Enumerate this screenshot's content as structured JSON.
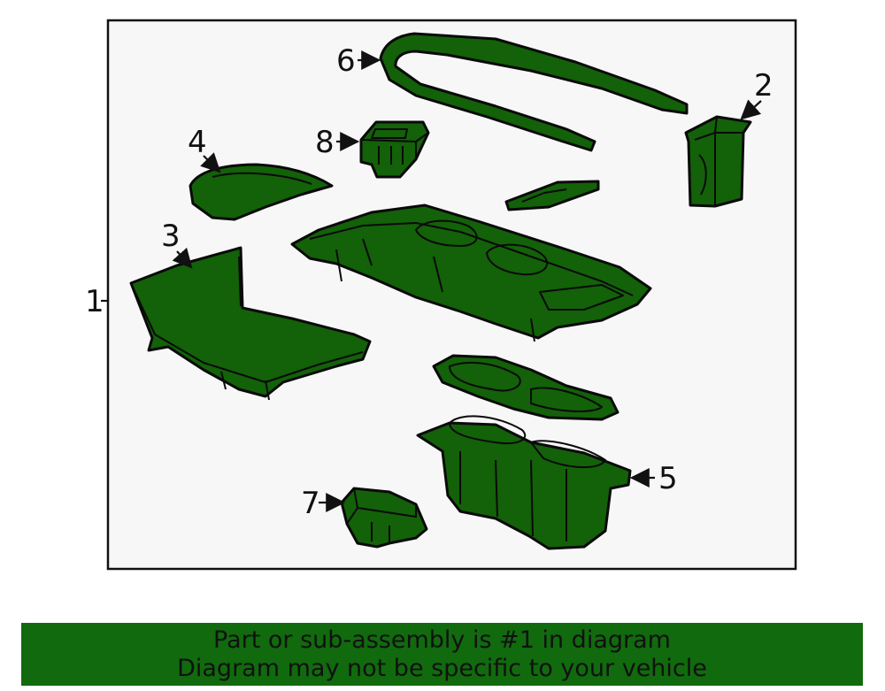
{
  "diagram": {
    "callouts": [
      "1",
      "2",
      "3",
      "4",
      "5",
      "6",
      "7",
      "8"
    ],
    "colors": {
      "part_fill": "#136109",
      "panel_background": "#f7f7f7",
      "banner_background": "#116a0d"
    }
  },
  "footer": {
    "line1": "Part or sub-assembly is #1 in diagram",
    "line2": "Diagram may not be specific to your vehicle"
  }
}
